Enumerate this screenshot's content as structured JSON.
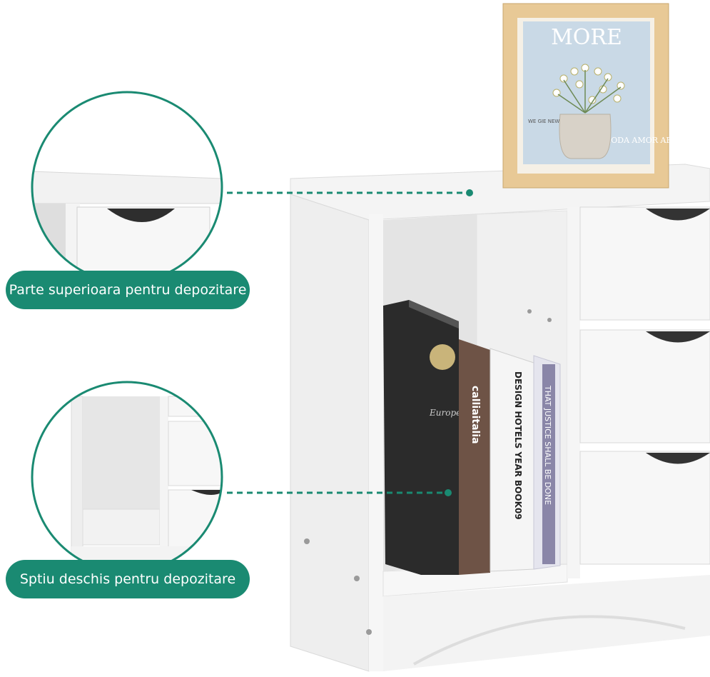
{
  "colors": {
    "accent": "#1a8a72",
    "furniture": "#f2f2f2",
    "furniture_shadow": "#d9d9d9",
    "frame_wood": "#e8c996",
    "book_black": "#2b2b2b",
    "book_brown": "#6e5346",
    "book_white": "#f5f5f5"
  },
  "callouts": {
    "top": {
      "label": "Parte superioara pentru depozitare"
    },
    "open": {
      "label": "Sptiu deschis pentru depozitare"
    }
  },
  "frame": {
    "magazine_title": "MORE",
    "small_text": "WE GIE NEWTON",
    "side_text": "MODA AMOR ARTE"
  },
  "books": {
    "book1": "Europe Canvas",
    "book2_brand": "calliaitalia",
    "book3": "DESIGN HOTELS YEAR BOOK09",
    "book4": "THAT JUSTICE SHALL BE DONE"
  }
}
